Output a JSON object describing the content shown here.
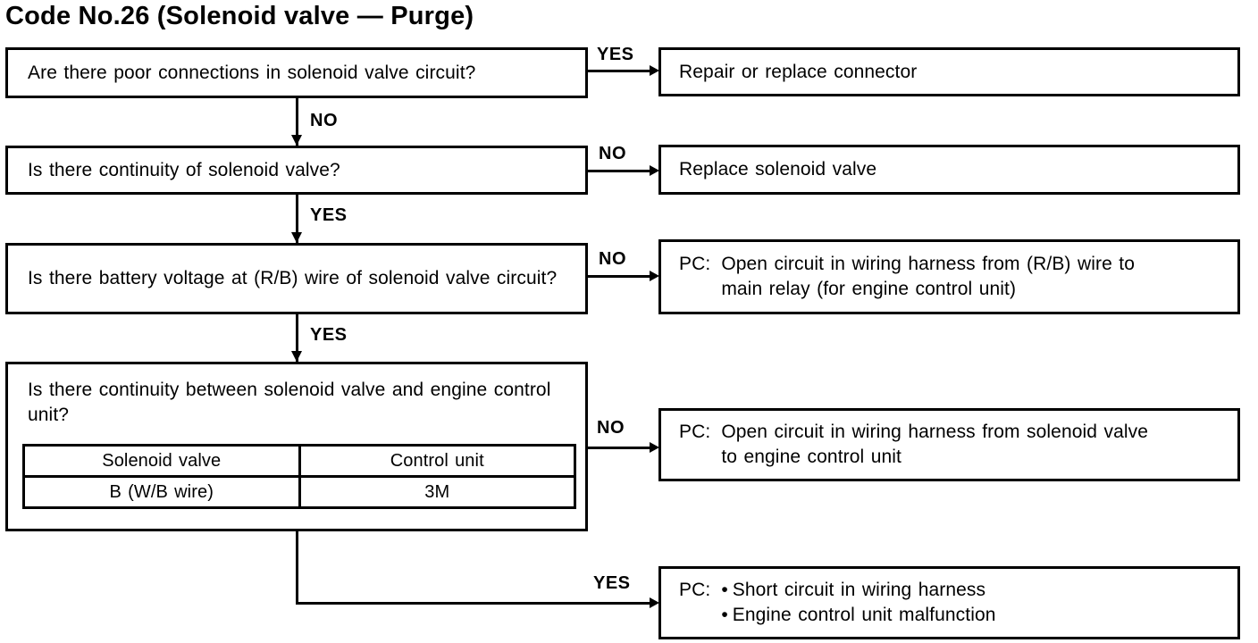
{
  "title": "Code No.26 (Solenoid valve — Purge)",
  "colors": {
    "ink": "#000000",
    "paper": "#ffffff"
  },
  "flow": {
    "q1": {
      "text": "Are there poor connections in solenoid valve circuit?"
    },
    "q2": {
      "text": "Is there continuity of solenoid valve?"
    },
    "q3": {
      "text": "Is there battery voltage at (R/B) wire of solenoid valve circuit?"
    },
    "q4": {
      "text": "Is there continuity between solenoid valve and engine control unit?"
    },
    "down_labels": [
      "NO",
      "YES",
      "YES"
    ],
    "branch_labels": [
      "YES",
      "NO",
      "NO",
      "NO",
      "YES"
    ],
    "r1": {
      "text": "Repair or replace connector"
    },
    "r2": {
      "text": "Replace solenoid valve"
    },
    "r3": {
      "prefix": "PC:",
      "line1": "Open circuit in wiring harness from (R/B) wire to",
      "line2": "main relay (for engine control unit)"
    },
    "r4": {
      "prefix": "PC:",
      "line1": "Open circuit in wiring harness from solenoid valve",
      "line2": "to engine control unit"
    },
    "r5": {
      "prefix": "PC:",
      "bullet": "•",
      "items": [
        "Short circuit in wiring harness",
        "Engine control unit malfunction"
      ]
    },
    "table": {
      "headers": [
        "Solenoid valve",
        "Control unit"
      ],
      "rows": [
        [
          "B (W/B wire)",
          "3M"
        ]
      ]
    }
  }
}
